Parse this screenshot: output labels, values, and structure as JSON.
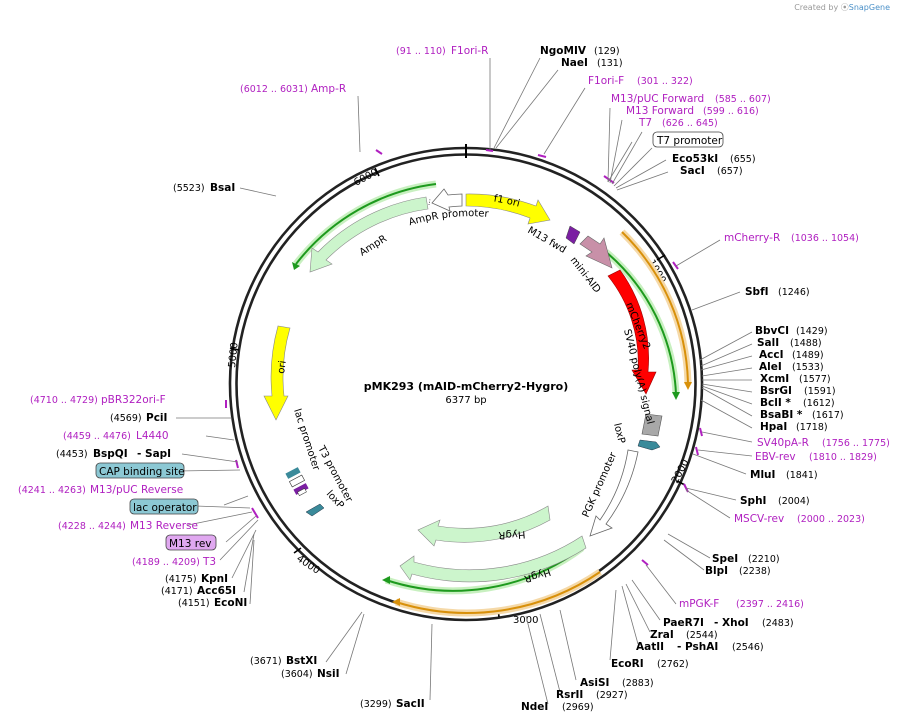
{
  "credit": {
    "created_by": "Created by",
    "brand": "SnapGene"
  },
  "plasmid": {
    "name": "pMK293 (mAID-mCherry2-Hygro)",
    "length": "6377 bp"
  },
  "ticks": [
    "1000",
    "2000",
    "3000",
    "4000",
    "5000",
    "6000"
  ],
  "features": {
    "f1_ori": "f1 ori",
    "ampr_promoter": "AmpR promoter",
    "ampr": "AmpR",
    "ori": "ori",
    "m13_fwd": "M13 fwd",
    "mini_aid": "mini-AID",
    "mcherry2": "mCherry2",
    "sv40": "SV40 poly(A) signal",
    "loxp_right": "loxP",
    "pgk": "PGK promoter",
    "hygr1": "HygR",
    "hygr2": "HygR",
    "lac_promoter": "lac promoter",
    "t3_promoter": "T3 promoter",
    "loxp_left": "loxP"
  },
  "sites_top": [
    {
      "name": "NgoMIV",
      "pos": "(129)"
    },
    {
      "name": "NaeI",
      "pos": "(131)"
    }
  ],
  "sites_right": [
    {
      "name": "Eco53kI",
      "pos": "(655)"
    },
    {
      "name": "SacI",
      "pos": "(657)"
    },
    {
      "name": "SbfI",
      "pos": "(1246)"
    },
    {
      "name": "BbvCI",
      "pos": "(1429)"
    },
    {
      "name": "SalI",
      "pos": "(1488)"
    },
    {
      "name": "AccI",
      "pos": "(1489)"
    },
    {
      "name": "AleI",
      "pos": "(1533)"
    },
    {
      "name": "XcmI",
      "pos": "(1577)"
    },
    {
      "name": "BsrGI",
      "pos": "(1591)"
    },
    {
      "name": "BclI *",
      "pos": "(1612)"
    },
    {
      "name": "BsaBI *",
      "pos": "(1617)"
    },
    {
      "name": "HpaI",
      "pos": "(1718)"
    },
    {
      "name": "MluI",
      "pos": "(1841)"
    },
    {
      "name": "SphI",
      "pos": "(2004)"
    },
    {
      "name": "SpeI",
      "pos": "(2210)"
    },
    {
      "name": "BlpI",
      "pos": "(2238)"
    },
    {
      "name": "PaeR7I",
      "pos": ""
    },
    {
      "name": "- XhoI",
      "pos": "(2483)"
    },
    {
      "name": "ZraI",
      "pos": "(2544)"
    },
    {
      "name": "AatII",
      "pos": ""
    },
    {
      "name": "- PshAI",
      "pos": "(2546)"
    },
    {
      "name": "EcoRI",
      "pos": "(2762)"
    },
    {
      "name": "AsiSI",
      "pos": "(2883)"
    },
    {
      "name": "RsrII",
      "pos": "(2927)"
    },
    {
      "name": "NdeI",
      "pos": "(2969)"
    }
  ],
  "sites_left": [
    {
      "name": "BsaI",
      "pos": "(5523)"
    },
    {
      "name": "PciI",
      "pos": "(4569)"
    },
    {
      "name": "BspQI",
      "pos": "(4453)"
    },
    {
      "name": "- SapI",
      "pos": ""
    },
    {
      "name": "KpnI",
      "pos": "(4175)"
    },
    {
      "name": "Acc65I",
      "pos": "(4171)"
    },
    {
      "name": "EcoNI",
      "pos": "(4151)"
    },
    {
      "name": "BstXI",
      "pos": "(3671)"
    },
    {
      "name": "NsiI",
      "pos": "(3604)"
    },
    {
      "name": "SacII",
      "pos": "(3299)"
    }
  ],
  "primers": [
    {
      "name": "F1ori-R",
      "range": "(91 .. 110)"
    },
    {
      "name": "Amp-R",
      "range": "(6012 .. 6031)"
    },
    {
      "name": "F1ori-F",
      "range": "(301 .. 322)"
    },
    {
      "name": "M13/pUC Forward",
      "range": "(585 .. 607)"
    },
    {
      "name": "M13 Forward",
      "range": "(599 .. 616)"
    },
    {
      "name": "T7",
      "range": "(626 .. 645)"
    },
    {
      "name": "mCherry-R",
      "range": "(1036 .. 1054)"
    },
    {
      "name": "SV40pA-R",
      "range": "(1756 .. 1775)"
    },
    {
      "name": "EBV-rev",
      "range": "(1810 .. 1829)"
    },
    {
      "name": "MSCV-rev",
      "range": "(2000 .. 2023)"
    },
    {
      "name": "mPGK-F",
      "range": "(2397 .. 2416)"
    },
    {
      "name": "pBR322ori-F",
      "range": "(4710 .. 4729)"
    },
    {
      "name": "L4440",
      "range": "(4459 .. 4476)"
    },
    {
      "name": "M13/pUC Reverse",
      "range": "(4241 .. 4263)"
    },
    {
      "name": "M13 Reverse",
      "range": "(4228 .. 4244)"
    },
    {
      "name": "T3",
      "range": "(4189 .. 4209)"
    }
  ],
  "boxes": {
    "t7_promoter": "T7 promoter",
    "cap_binding_site": "CAP binding site",
    "lac_operator": "lac operator",
    "m13_rev": "M13 rev"
  },
  "colors": {
    "backbone": "#222222",
    "primer": "#b020c0",
    "f1_ori": "#ffff00",
    "ori": "#ffff00",
    "ampr": "#ccf5cc",
    "mini_aid": "#c890a8",
    "mcherry": "#ff0000",
    "sv40": "#a8a8a8",
    "loxp": "#3a8a9a",
    "hygr": "#ccf5cc",
    "orf_green": "#1e9a1e",
    "orf_orange": "#d8900a",
    "box_teal": "#8cc8d4",
    "box_violet": "#e0a8f0"
  }
}
